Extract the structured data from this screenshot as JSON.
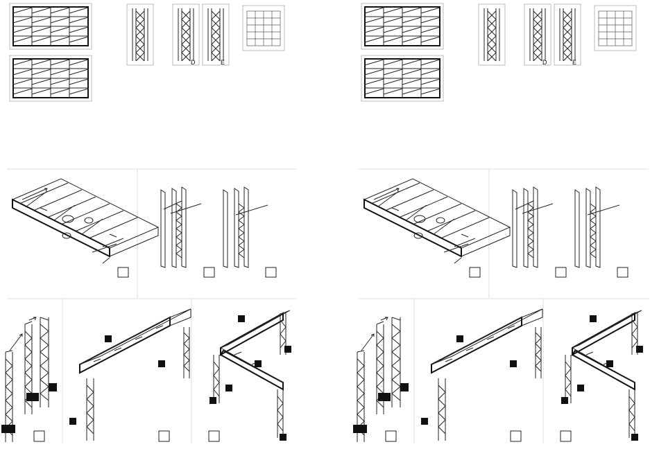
{
  "panels": [
    {
      "thumb_labels": [
        "D",
        "E"
      ]
    },
    {
      "thumb_labels": [
        "D",
        "E"
      ]
    }
  ]
}
